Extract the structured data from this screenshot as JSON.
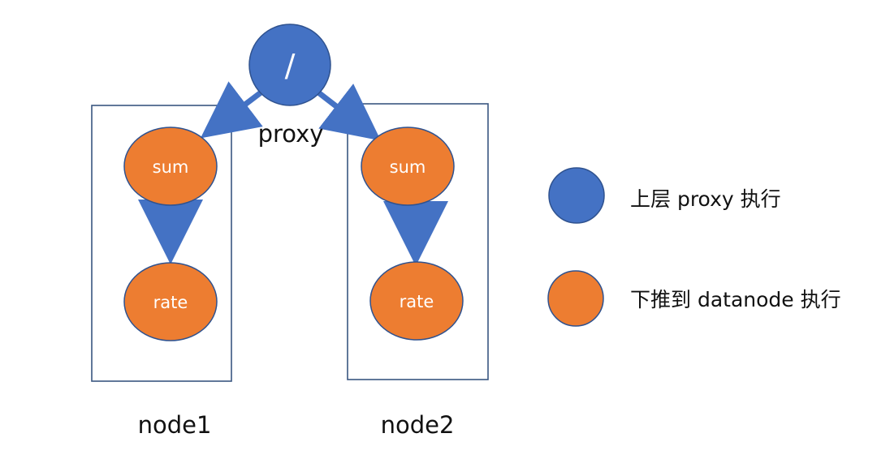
{
  "colors": {
    "proxy_blue": "#4472C4",
    "datanode_orange": "#ED7D31",
    "border_dark_blue": "#3A5680",
    "circle_stroke": "#2F528F",
    "arrow_blue": "#4472C4"
  },
  "root": {
    "label": "/",
    "caption": "proxy"
  },
  "nodes": [
    {
      "name": "node1",
      "top_label": "sum",
      "bottom_label": "rate"
    },
    {
      "name": "node2",
      "top_label": "sum",
      "bottom_label": "rate"
    }
  ],
  "legend": {
    "items": [
      {
        "color": "#4472C4",
        "label": "上层 proxy 执行"
      },
      {
        "color": "#ED7D31",
        "label": "下推到 datanode 执行"
      }
    ]
  }
}
